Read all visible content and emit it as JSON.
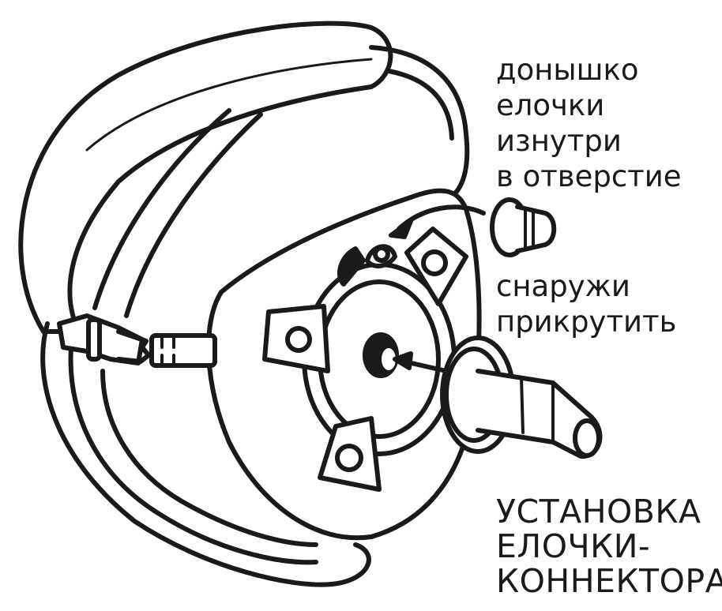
{
  "labels": {
    "inside_step": [
      "донышко",
      "елочки",
      "изнутри",
      "в отверстие"
    ],
    "outside_step": [
      "снаружи",
      "прикрутить"
    ],
    "title": [
      "УСТАНОВКА",
      "ЕЛОЧКИ-",
      "КОННЕКТОРА"
    ]
  },
  "colors": {
    "ink": "#1a1a1a",
    "background": "#ffffff"
  }
}
